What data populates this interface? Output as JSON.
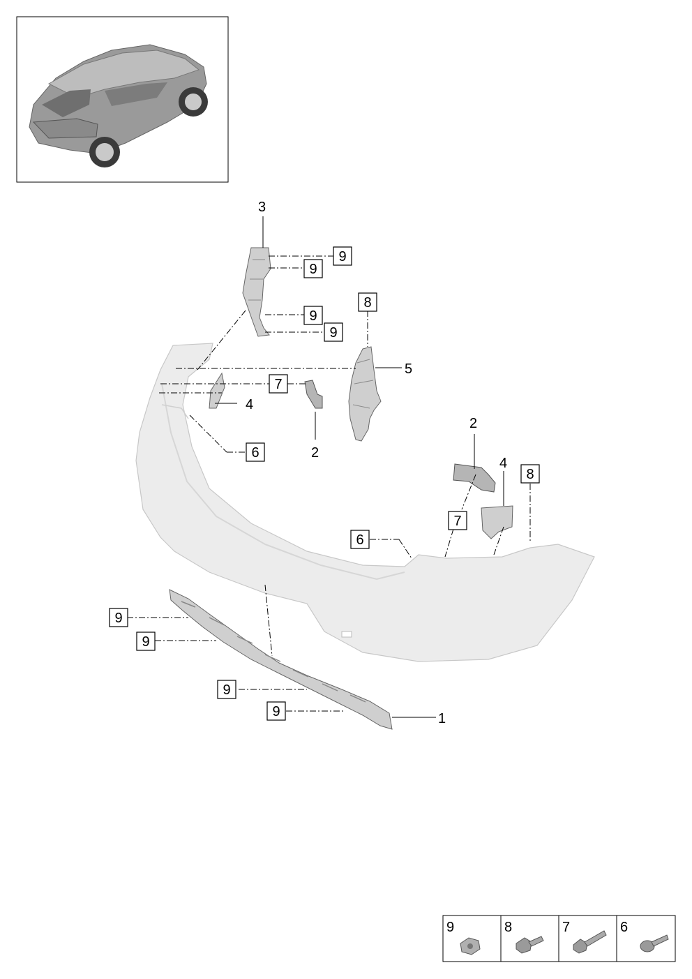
{
  "callouts": {
    "part_1": "1",
    "part_2_left": "2",
    "part_2_right": "2",
    "part_3": "3",
    "part_4_left": "4",
    "part_4_right": "4",
    "part_5": "5"
  },
  "boxed_refs": {
    "nut_9_a": "9",
    "nut_9_b": "9",
    "nut_9_c": "9",
    "nut_9_d": "9",
    "nut_9_e": "9",
    "nut_9_f": "9",
    "nut_9_g": "9",
    "nut_9_h": "9",
    "screw_8_top": "8",
    "screw_8_right": "8",
    "screw_7_top": "7",
    "screw_7_right": "7",
    "screw_6_left": "6",
    "screw_6_right": "6"
  },
  "legend": {
    "items": [
      {
        "num": "9",
        "icon": "nut-icon"
      },
      {
        "num": "8",
        "icon": "screw-icon"
      },
      {
        "num": "7",
        "icon": "bolt-icon"
      },
      {
        "num": "6",
        "icon": "flat-screw-icon"
      }
    ]
  },
  "colors": {
    "bumper": "#ececec",
    "part": "#cfcfcf",
    "line": "#000000"
  }
}
